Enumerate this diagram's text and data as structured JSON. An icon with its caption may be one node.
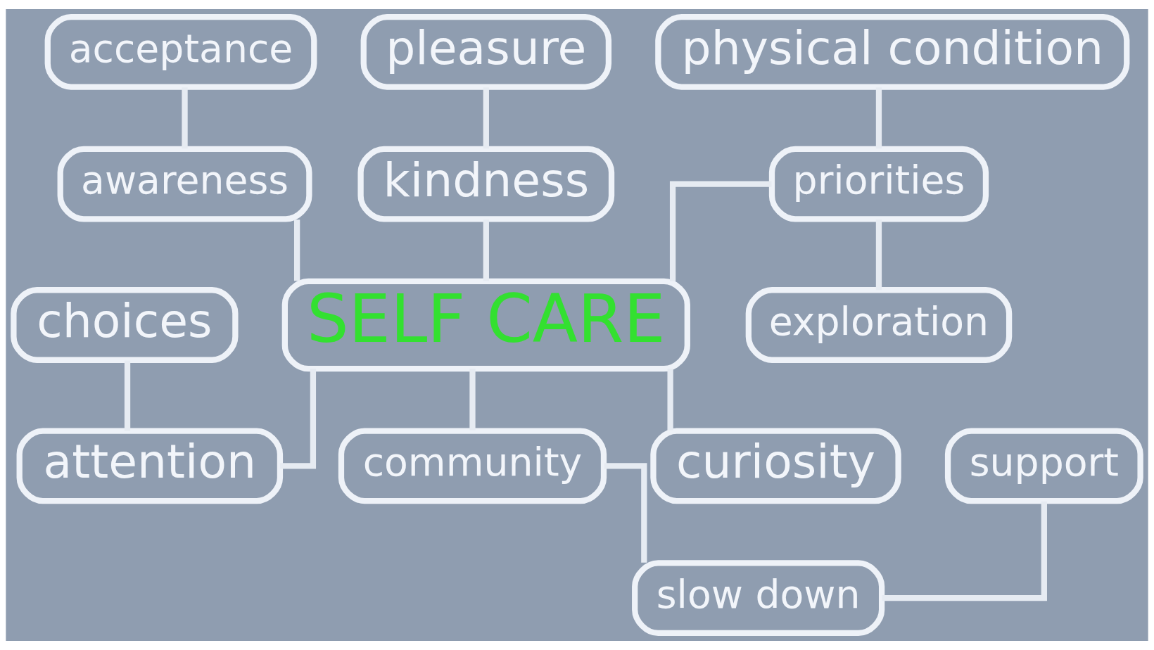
{
  "diagram": {
    "nodes": [
      {
        "text": [
          "acceptance"
        ]
      },
      {
        "text": [
          "pleasure"
        ]
      },
      {
        "text": [
          "physical condition"
        ]
      },
      {
        "text": [
          "awareness"
        ]
      },
      {
        "text": [
          "kindness"
        ]
      },
      {
        "text": [
          "choices"
        ]
      },
      {
        "text": [
          "priorities"
        ]
      },
      {
        "text": [
          "SELF CARE"
        ]
      },
      {
        "text": [
          "attention"
        ]
      },
      {
        "text": [
          "exploration"
        ]
      },
      {
        "text": [
          "community"
        ]
      },
      {
        "text": [
          "curiosity"
        ]
      },
      {
        "text": [
          "support"
        ]
      },
      {
        "text": [
          "slow down"
        ]
      }
    ],
    "edges": [
      {
        "from": 0,
        "to": 3,
        "arrow": "none"
      },
      {
        "from": 1,
        "to": 4,
        "arrow": "none"
      },
      {
        "from": 2,
        "to": 6,
        "arrow": "none"
      },
      {
        "from": 3,
        "to": 7,
        "arrow": "none"
      },
      {
        "from": 4,
        "to": 7,
        "arrow": "none"
      },
      {
        "from": 5,
        "to": 8,
        "arrow": "none"
      },
      {
        "from": 6,
        "to": 7,
        "arrow": "none"
      },
      {
        "from": 7,
        "to": 8,
        "arrow": "none"
      },
      {
        "from": 6,
        "to": 9,
        "arrow": "none"
      },
      {
        "from": 7,
        "to": 10,
        "arrow": "none"
      },
      {
        "from": 7,
        "to": 11,
        "arrow": "none"
      },
      {
        "from": 10,
        "to": 13,
        "arrow": "none"
      },
      {
        "from": 12,
        "to": 13,
        "arrow": "none"
      }
    ]
  }
}
